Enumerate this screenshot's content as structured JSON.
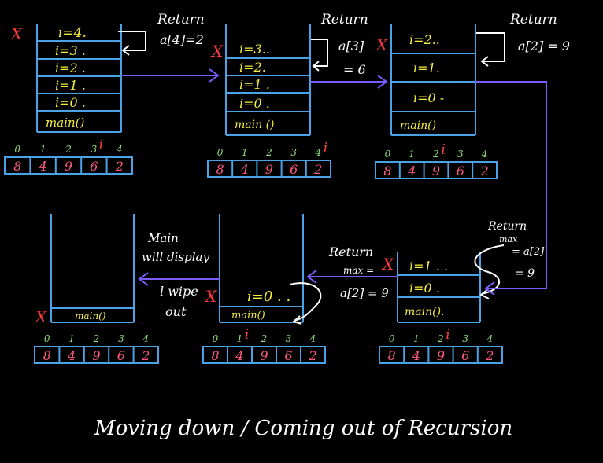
{
  "caption": "Moving down / Coming out of Recursion",
  "x_mark": "X",
  "i_mark": "i",
  "return_word": "Return",
  "index_labels": [
    "0",
    "1",
    "2",
    "3",
    "4"
  ],
  "array_values": [
    "8",
    "4",
    "9",
    "6",
    "2"
  ],
  "frames": [
    {
      "cells": [
        "i=4.",
        "i=3 .",
        "i=2 .",
        "i=1 .",
        "i=0 .",
        "main()"
      ],
      "note_lines": [
        "Return",
        "a[4]=2"
      ]
    },
    {
      "cells": [
        "i=3..",
        "i=2.",
        "i=1 .",
        "i=0 .",
        "main ()"
      ],
      "note_lines": [
        "Return",
        "a[3]",
        "= 6"
      ]
    },
    {
      "cells": [
        "i=2..",
        "i=1.",
        "i=0 -",
        "main()"
      ],
      "note_lines": [
        "Return",
        "a[2] = 9"
      ]
    },
    {
      "cells": [
        "i=1 . .",
        "i=0 .",
        "main().",
        ""
      ],
      "note_lines": [
        "Return",
        "max",
        "= a[2]",
        "= 9"
      ],
      "left_note_lines": [
        "Return",
        "max =",
        "a[2] = 9"
      ]
    },
    {
      "cells": [
        "i=0 . .",
        "main()"
      ],
      "note_lines": [
        "l wipe",
        "out"
      ]
    },
    {
      "cells": [
        "main()"
      ],
      "note_lines": [
        "Main",
        "will display"
      ]
    }
  ],
  "colors": {
    "stack": "#4aa3e6",
    "arrow": "#7b5cff",
    "cell_text": "#f3ec3f",
    "index": "#8ee07a",
    "value": "#ff5a7c",
    "mark": "#ff3838"
  }
}
